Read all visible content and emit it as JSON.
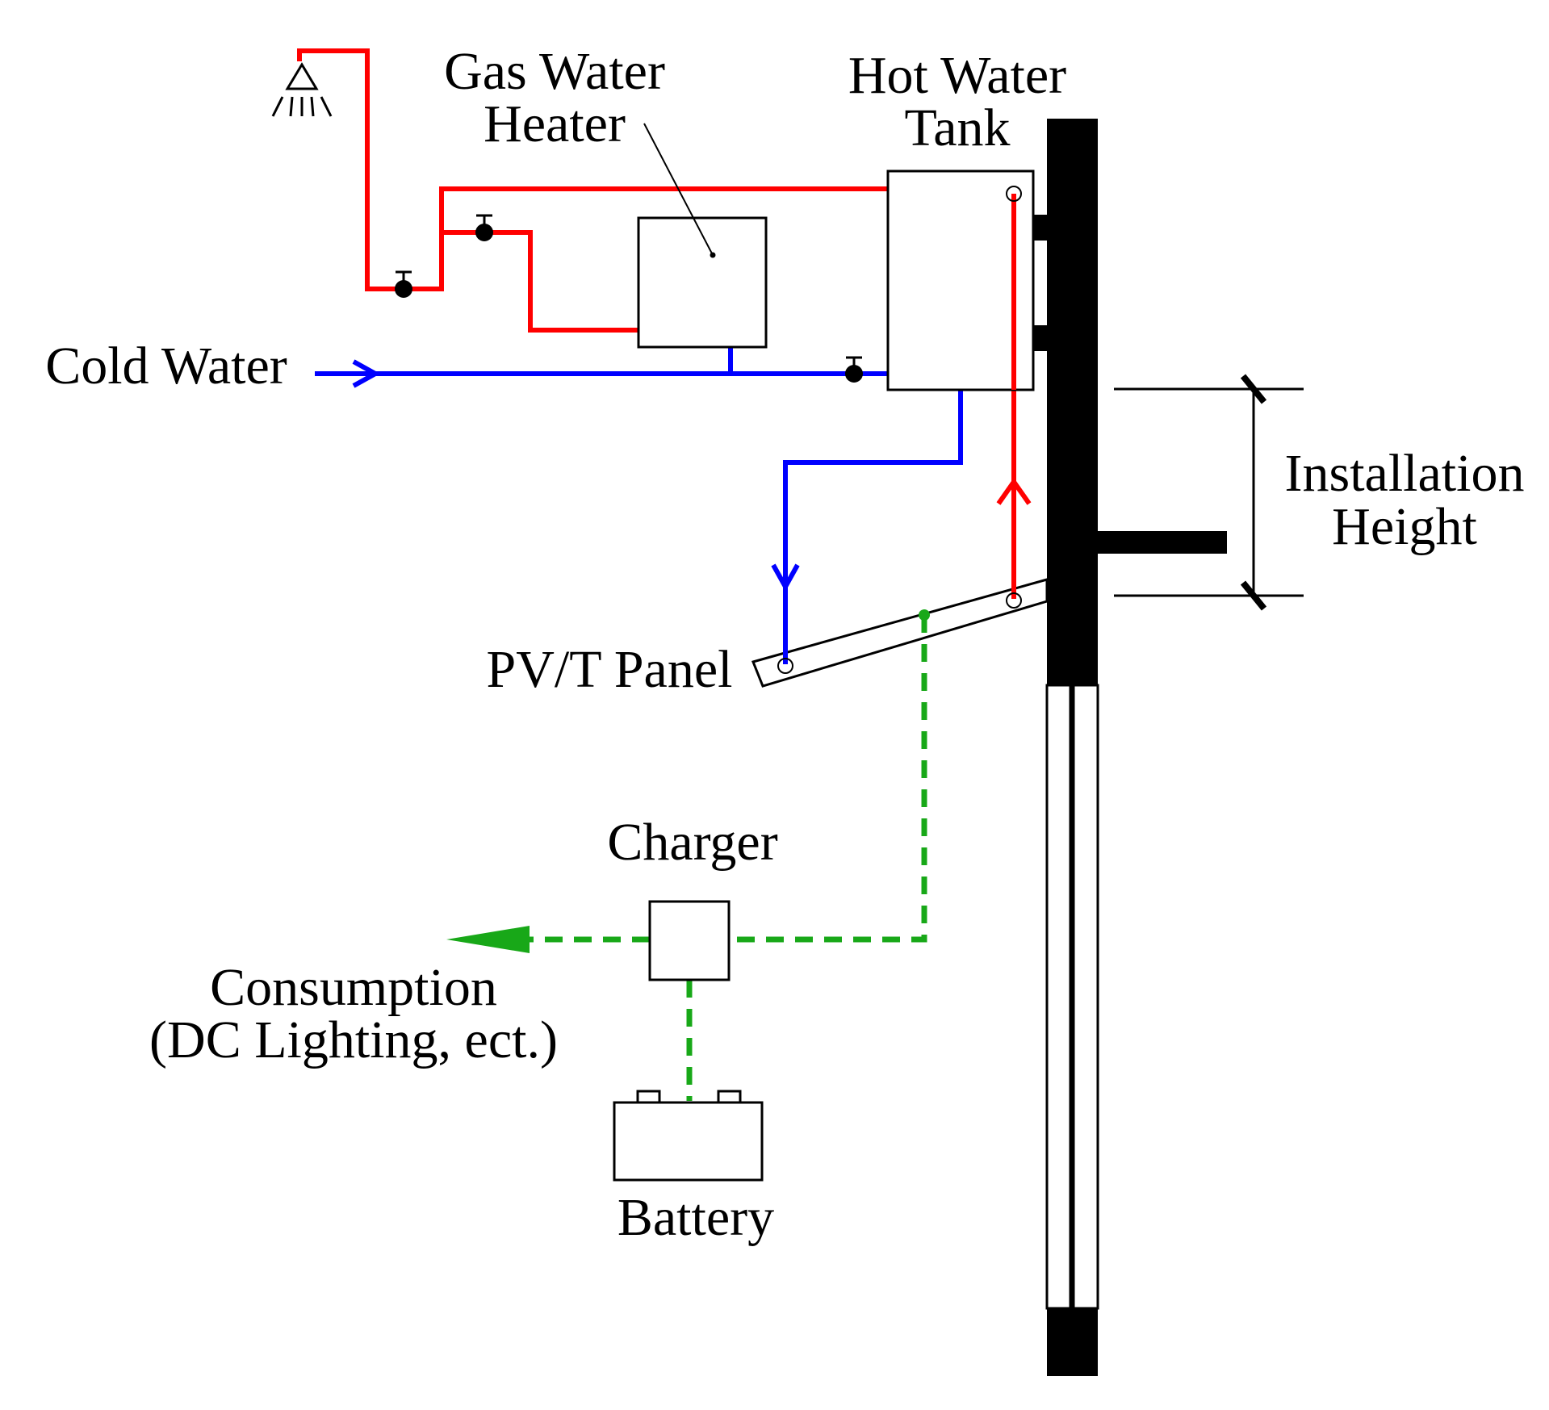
{
  "labels": {
    "gas_heater_line1": "Gas Water",
    "gas_heater_line2": "Heater",
    "hot_tank_line1": "Hot Water",
    "hot_tank_line2": "Tank",
    "cold_water": "Cold Water",
    "installation_line1": "Installation",
    "installation_line2": "Height",
    "pvt_panel": "PV/T Panel",
    "charger": "Charger",
    "consumption_line1": "Consumption",
    "consumption_line2": "(DC Lighting, ect.)",
    "battery": "Battery"
  },
  "colors": {
    "hot_pipe": "#ff0000",
    "cold_pipe": "#0000ff",
    "electric_line": "#18a818",
    "structure": "#000000"
  }
}
